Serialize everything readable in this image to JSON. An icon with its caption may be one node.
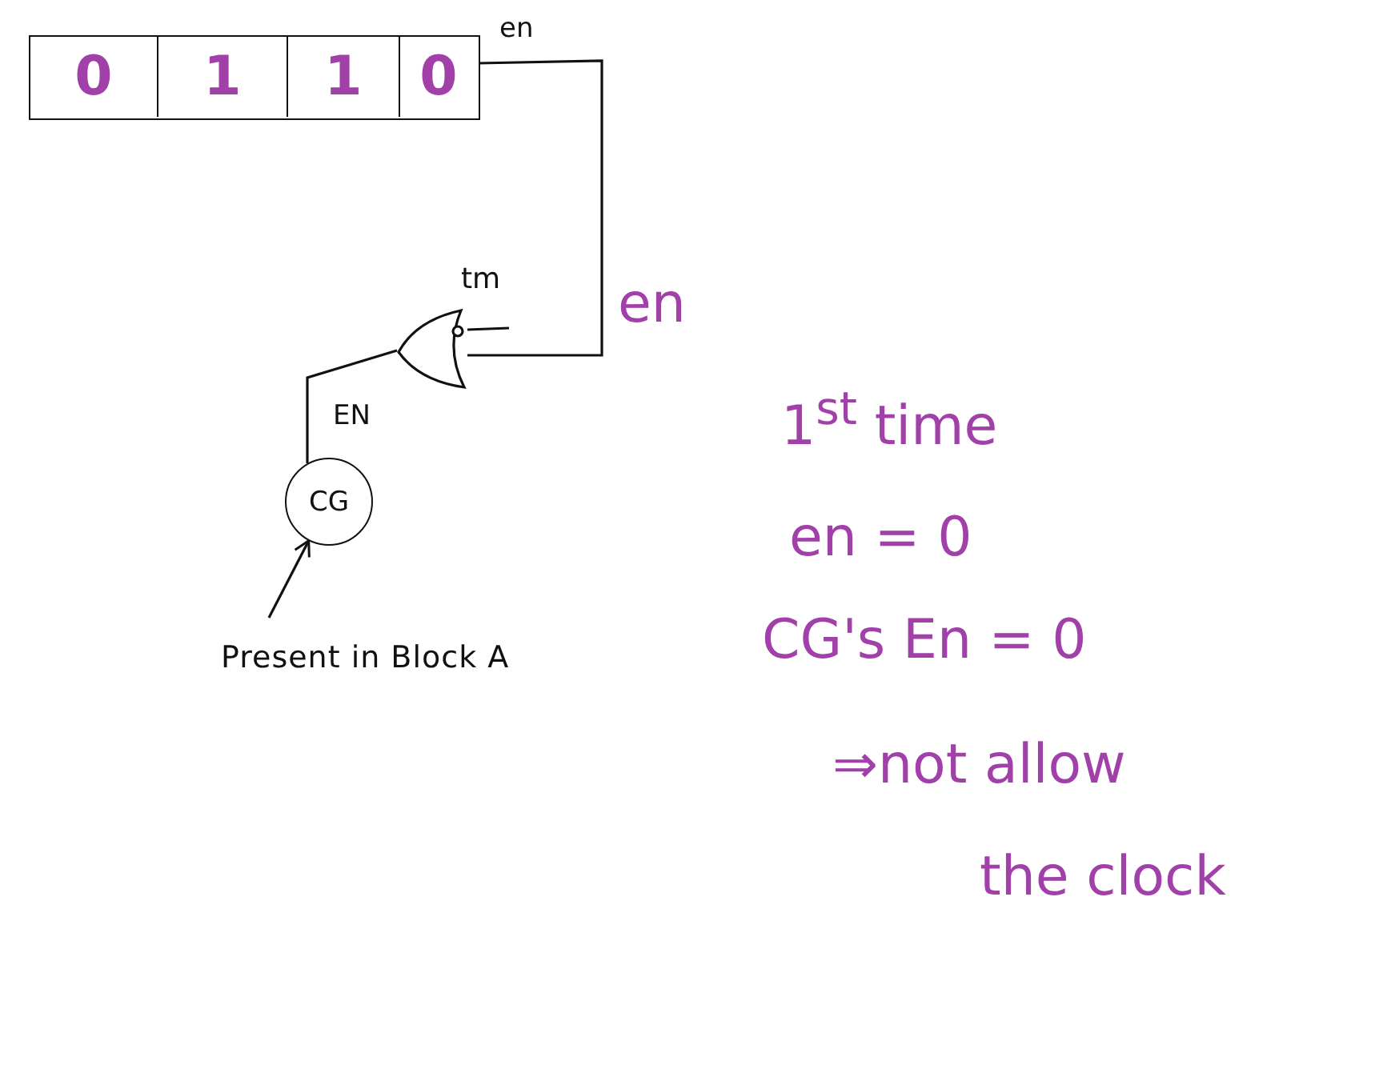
{
  "diagram": {
    "nodes": [
      {
        "text": [],
        "shape": "box"
      },
      {
        "text": [
          "0"
        ],
        "in": 0
      },
      {
        "text": [
          "1"
        ],
        "in": 0
      },
      {
        "text": [
          "1"
        ],
        "in": 0
      },
      {
        "text": [
          "0"
        ],
        "in": 0
      },
      {
        "text": [],
        "shape": "gate"
      },
      {
        "text": [
          "CG"
        ]
      },
      {
        "text": [
          "Present in Block A"
        ]
      }
    ],
    "edges": [
      {
        "from": 4,
        "to": 5,
        "arrow": "none",
        "label": "en"
      },
      {
        "from": null,
        "to": 5,
        "arrow": "none",
        "label": "tm"
      },
      {
        "from": 5,
        "to": 6,
        "arrow": "none",
        "label": "EN"
      },
      {
        "from": 7,
        "to": 6,
        "arrow": "to"
      }
    ],
    "labels": [
      "en",
      "1$^{st}$ time",
      "en = 0",
      "CG's En = 0",
      "⇒not allow",
      "the clock"
    ]
  }
}
